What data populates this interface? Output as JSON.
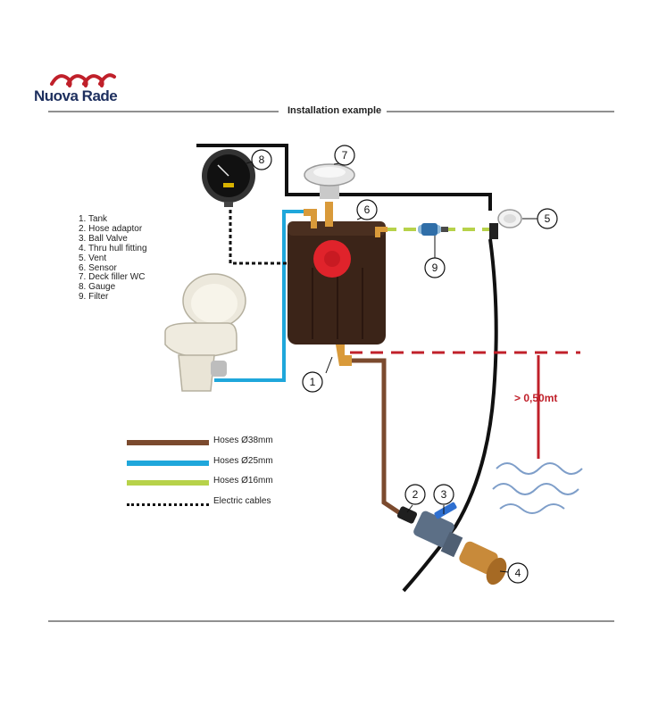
{
  "brand": {
    "name": "Nuova Rade",
    "logo_color": "#c0202a",
    "text_color": "#1d2f5e"
  },
  "section_title": "Installation example",
  "components": [
    "1. Tank",
    "2. Hose adaptor",
    "3. Ball Valve",
    "4. Thru hull fitting",
    "5. Vent",
    "6. Sensor",
    "7. Deck filler WC",
    "8. Gauge",
    "9. Filter"
  ],
  "callouts": [
    "1",
    "2",
    "3",
    "4",
    "5",
    "6",
    "7",
    "8",
    "9"
  ],
  "measurement": "> 0,50mt",
  "hose_legend": [
    {
      "label": "Hoses Ø38mm",
      "color": "#7b4a2e"
    },
    {
      "label": "Hoses Ø25mm",
      "color": "#1fa7db"
    },
    {
      "label": "Hoses Ø16mm",
      "color": "#b7d24a"
    },
    {
      "label": "Electric cables",
      "color": "#111111"
    }
  ],
  "colors": {
    "tank": "#3b2418",
    "sensor": "#e0232b",
    "fitting": "#d99a3a",
    "measure_line": "#c0202a",
    "hull": "#111111",
    "waves": "#7e9ec9"
  }
}
